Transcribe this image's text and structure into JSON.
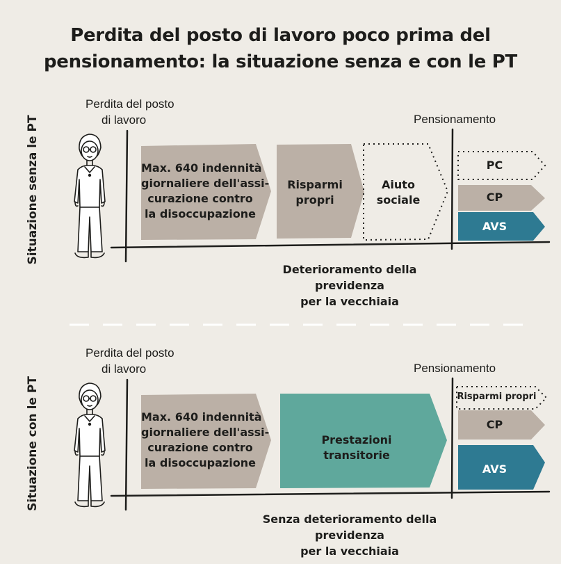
{
  "title": {
    "line1": "Perdita del posto di lavoro poco prima del",
    "line2": "pensionamento: la situazione senza e con le PT"
  },
  "colors": {
    "background": "#efece6",
    "taupe": "#bbb0a6",
    "teal": "#5fa89c",
    "avs_blue": "#2e7a92",
    "ink": "#1d1d1b"
  },
  "top": {
    "side_label": "Situazione senza le PT",
    "job_loss_label": {
      "line1": "Perdita del posto",
      "line2": "di lavoro"
    },
    "retirement_label": "Pensionamento",
    "box_unemployment": {
      "line1": "Max. 640 indennità",
      "line2": "giornaliere dell'assi-",
      "line3": "curazione contro",
      "line4": "la disoccupazione"
    },
    "box_savings": {
      "line1": "Risparmi",
      "line2": "propri"
    },
    "box_social": {
      "line1": "Aiuto",
      "line2": "sociale"
    },
    "arrows": {
      "pc": "PC",
      "cp": "CP",
      "avs": "AVS"
    },
    "bottom_text": {
      "line1": "Deterioramento della",
      "line2": "previdenza",
      "line3": "per la vecchiaia"
    }
  },
  "bottom": {
    "side_label": "Situazione con le PT",
    "job_loss_label": {
      "line1": "Perdita del posto",
      "line2": "di lavoro"
    },
    "retirement_label": "Pensionamento",
    "box_unemployment": {
      "line1": "Max. 640 indennità",
      "line2": "giornaliere dell'assi-",
      "line3": "curazione contro",
      "line4": "la disoccupazione"
    },
    "box_transitional": {
      "line1": "Prestazioni",
      "line2": "transitorie"
    },
    "arrows": {
      "savings": "Risparmi propri",
      "cp": "CP",
      "avs": "AVS"
    },
    "bottom_text": {
      "line1": "Senza deterioramento della",
      "line2": "previdenza",
      "line3": "per la vecchiaia"
    }
  }
}
